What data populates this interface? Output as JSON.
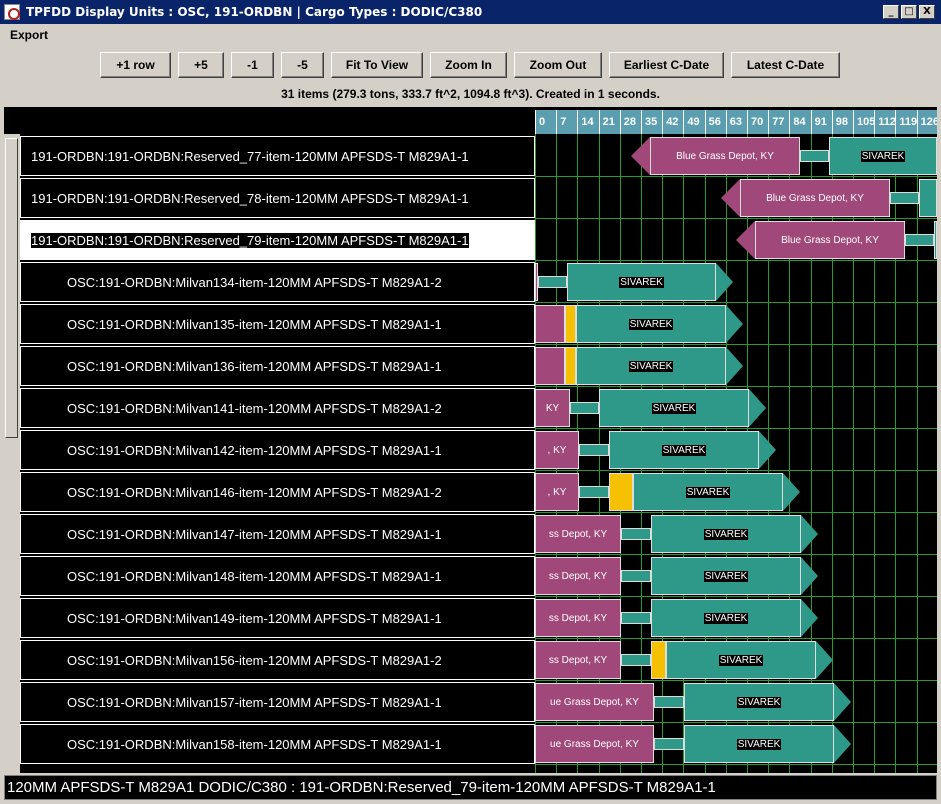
{
  "window": {
    "title": "TPFDD Display Units : OSC, 191-ORDBN | Cargo Types : DODIC/C380",
    "buttons": [
      "_",
      "□",
      "X"
    ]
  },
  "menu": {
    "items": [
      "Export"
    ]
  },
  "toolbar": {
    "buttons": [
      "+1 row",
      "+5",
      "-1",
      "-5",
      "Fit To View",
      "Zoom In",
      "Zoom Out",
      "Earliest C-Date",
      "Latest C-Date"
    ]
  },
  "status": "31 items (279.3 tons, 333.7 ft^2, 1094.8 ft^3). Created in 1 seconds.",
  "axis": {
    "ticks": [
      "0",
      "7",
      "14",
      "21",
      "28",
      "35",
      "42",
      "49",
      "56",
      "63",
      "70",
      "77",
      "84",
      "91",
      "98",
      "105",
      "112",
      "119",
      "126"
    ]
  },
  "rows": [
    {
      "label": "191-ORDBN:191-ORDBN:Reserved_77-item-120MM APFSDS-T M829A1-1",
      "origin_text": "Blue Grass Depot, KY",
      "dest_text": "SIVAREK"
    },
    {
      "label": "191-ORDBN:191-ORDBN:Reserved_78-item-120MM APFSDS-T M829A1-1",
      "origin_text": "Blue Grass Depot, KY",
      "dest_text": ""
    },
    {
      "label": "191-ORDBN:191-ORDBN:Reserved_79-item-120MM APFSDS-T M829A1-1",
      "origin_text": "Blue Grass Depot, KY",
      "dest_text": ""
    },
    {
      "label": "OSC:191-ORDBN:Milvan134-item-120MM APFSDS-T M829A1-2",
      "origin_text": "",
      "dest_text": "SIVAREK"
    },
    {
      "label": "OSC:191-ORDBN:Milvan135-item-120MM APFSDS-T M829A1-1",
      "origin_text": "",
      "dest_text": "SIVAREK"
    },
    {
      "label": "OSC:191-ORDBN:Milvan136-item-120MM APFSDS-T M829A1-1",
      "origin_text": "",
      "dest_text": "SIVAREK"
    },
    {
      "label": "OSC:191-ORDBN:Milvan141-item-120MM APFSDS-T M829A1-2",
      "origin_text": "KY",
      "dest_text": "SIVAREK"
    },
    {
      "label": "OSC:191-ORDBN:Milvan142-item-120MM APFSDS-T M829A1-1",
      "origin_text": ", KY",
      "dest_text": "SIVAREK"
    },
    {
      "label": "OSC:191-ORDBN:Milvan146-item-120MM APFSDS-T M829A1-2",
      "origin_text": ", KY",
      "dest_text": "SIVAREK"
    },
    {
      "label": "OSC:191-ORDBN:Milvan147-item-120MM APFSDS-T M829A1-1",
      "origin_text": "ss Depot, KY",
      "dest_text": "SIVAREK"
    },
    {
      "label": "OSC:191-ORDBN:Milvan148-item-120MM APFSDS-T M829A1-1",
      "origin_text": "ss Depot, KY",
      "dest_text": "SIVAREK"
    },
    {
      "label": "OSC:191-ORDBN:Milvan149-item-120MM APFSDS-T M829A1-1",
      "origin_text": "ss Depot, KY",
      "dest_text": "SIVAREK"
    },
    {
      "label": "OSC:191-ORDBN:Milvan156-item-120MM APFSDS-T M829A1-2",
      "origin_text": "ss Depot, KY",
      "dest_text": "SIVAREK"
    },
    {
      "label": "OSC:191-ORDBN:Milvan157-item-120MM APFSDS-T M829A1-1",
      "origin_text": "ue Grass Depot, KY",
      "dest_text": "SIVAREK"
    },
    {
      "label": "OSC:191-ORDBN:Milvan158-item-120MM APFSDS-T M829A1-1",
      "origin_text": "ue Grass Depot, KY",
      "dest_text": "SIVAREK"
    }
  ],
  "selected_row": 2,
  "footer": "120MM APFSDS-T M829A1 DODIC/C380 : 191-ORDBN:Reserved_79-item-120MM APFSDS-T M829A1-1",
  "colors": {
    "origin": "#a0487a",
    "dest": "#2e9988",
    "wait": "#f5c000",
    "grid": "#2a9a2a",
    "axis": "#5a9eb0"
  }
}
